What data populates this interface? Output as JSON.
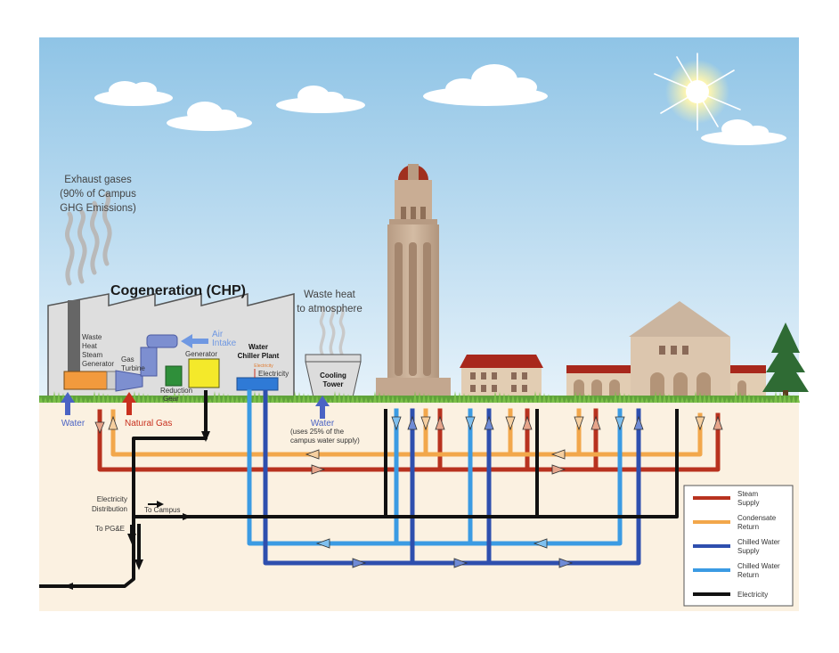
{
  "colors": {
    "steam_supply": "#b8321f",
    "condensate_return": "#f2a74b",
    "chilled_supply": "#2e4fae",
    "chilled_return": "#3b9be3",
    "electricity": "#111111",
    "water_arrow": "#4a63c4",
    "gas_arrow": "#c9301e",
    "air_arrow": "#6f98e2"
  },
  "labels": {
    "exhaust_line1": "Exhaust gases",
    "exhaust_line2": "(90% of Campus",
    "exhaust_line3": "GHG Emissions)",
    "chp_title": "Cogeneration (CHP)",
    "waste_heat_line1": "Waste heat",
    "waste_heat_line2": "to atmosphere",
    "whsg_line1": "Waste",
    "whsg_line2": "Heat",
    "whsg_line3": "Steam",
    "whsg_line4": "Generator",
    "gas_turbine_line1": "Gas",
    "gas_turbine_line2": "Turbine",
    "air_intake_line1": "Air",
    "air_intake_line2": "Intake",
    "generator": "Generator",
    "reduction_gear_line1": "Reduction",
    "reduction_gear_line2": "Gear",
    "chiller_line1": "Water",
    "chiller_line2": "Chiller Plant",
    "chiller_small": "Electricity",
    "chiller_electricity": "Electricity",
    "cooling_tower_line1": "Cooling",
    "cooling_tower_line2": "Tower",
    "water_left": "Water",
    "natural_gas": "Natural Gas",
    "water_right": "Water",
    "water_note_line1": "(uses 25% of the",
    "water_note_line2": "campus water supply)",
    "elec_dist_line1": "Electricity",
    "elec_dist_line2": "Distribution",
    "to_campus": "To Campus",
    "to_pge": "To PG&E"
  },
  "legend": [
    {
      "line1": "Steam",
      "line2": "Supply",
      "color": "#b8321f"
    },
    {
      "line1": "Condensate",
      "line2": "Return",
      "color": "#f2a74b"
    },
    {
      "line1": "Chilled Water",
      "line2": "Supply",
      "color": "#2e4fae"
    },
    {
      "line1": "Chilled Water",
      "line2": "Return",
      "color": "#3b9be3"
    },
    {
      "line1": "Electricity",
      "line2": "",
      "color": "#111111"
    }
  ]
}
